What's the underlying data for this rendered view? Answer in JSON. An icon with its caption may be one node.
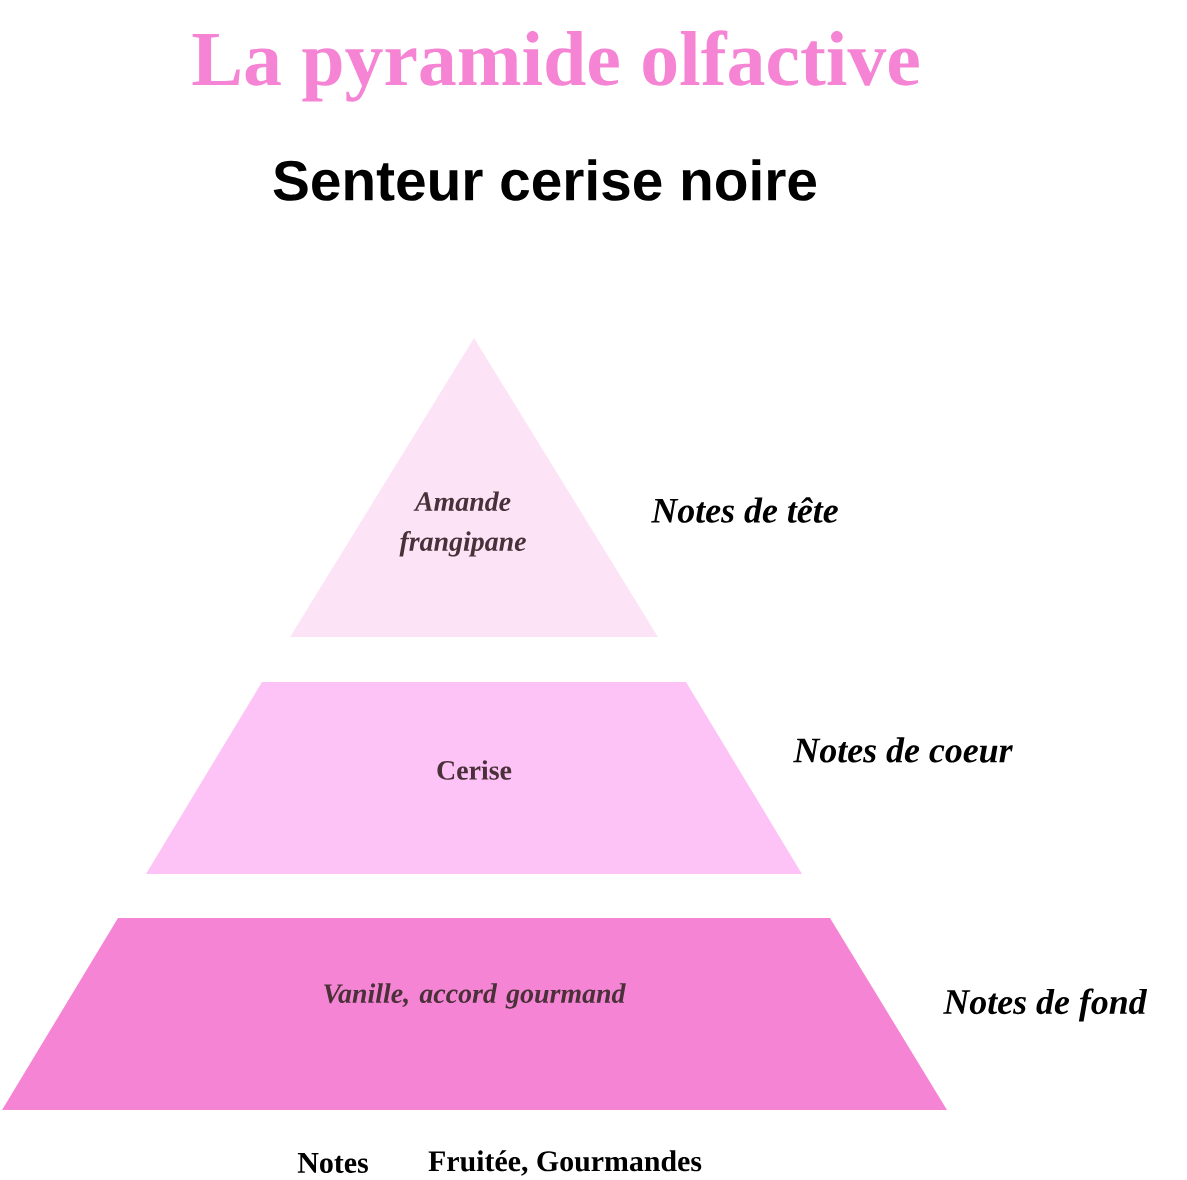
{
  "diagram": {
    "title": "La pyramide olfactive",
    "nodes": [
      {
        "text": [
          "Amande frangipane"
        ],
        "beside": [
          "Notes de tête"
        ]
      },
      {
        "text": [
          "Cerise"
        ],
        "beside": [
          "Notes de coeur"
        ]
      },
      {
        "text": [
          "Vanille, accord gourmand"
        ],
        "beside": [
          "Notes de fond"
        ]
      }
    ],
    "labels": [
      "Senteur cerise noire",
      "Notes",
      "Fruitée, Gourmandes"
    ]
  }
}
